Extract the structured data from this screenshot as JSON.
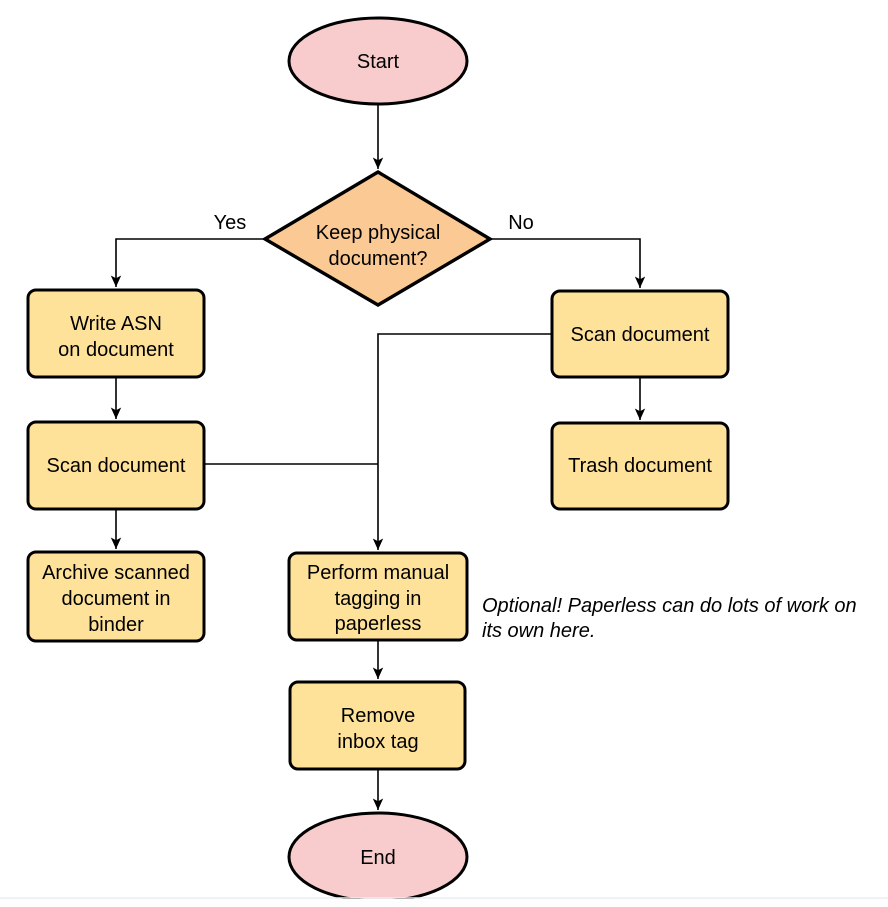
{
  "diagram": {
    "description": "Paperless document intake flowchart",
    "colors": {
      "background": "#ffffff",
      "terminal_fill": "#f8cccd",
      "process_fill": "#ffe29a",
      "decision_fill": "#fbc993",
      "stroke": "#000000"
    },
    "nodes": {
      "start": {
        "type": "terminal",
        "label": "Start"
      },
      "decision": {
        "type": "decision",
        "lines": [
          "Keep physical",
          "document?"
        ]
      },
      "write_asn": {
        "type": "process",
        "lines": [
          "Write ASN",
          "on document"
        ]
      },
      "scan_left": {
        "type": "process",
        "label": "Scan document"
      },
      "archive": {
        "type": "process",
        "lines": [
          "Archive scanned",
          "document in",
          "binder"
        ]
      },
      "scan_right": {
        "type": "process",
        "label": "Scan document"
      },
      "trash": {
        "type": "process",
        "label": "Trash document"
      },
      "tagging": {
        "type": "process",
        "lines": [
          "Perform manual",
          "tagging in",
          "paperless"
        ]
      },
      "remove_inbox": {
        "type": "process",
        "lines": [
          "Remove",
          "inbox tag"
        ]
      },
      "end": {
        "type": "terminal",
        "label": "End"
      }
    },
    "edge_labels": {
      "yes": "Yes",
      "no": "No"
    },
    "annotation": {
      "lines": [
        "Optional! Paperless can do lots of work on",
        "its own here."
      ]
    }
  }
}
